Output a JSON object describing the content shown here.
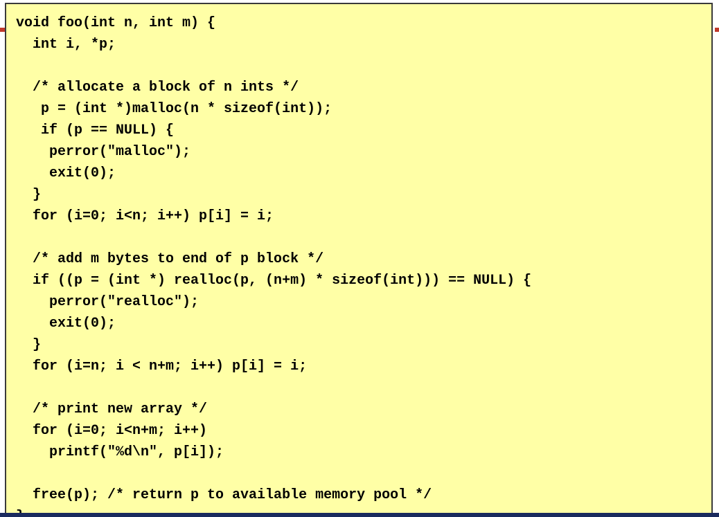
{
  "code": {
    "lines": [
      "void foo(int n, int m) {",
      "  int i, *p;",
      "",
      "  /* allocate a block of n ints */",
      "   p = (int *)malloc(n * sizeof(int));",
      "   if (p == NULL) {",
      "    perror(\"malloc\");",
      "    exit(0);",
      "  }",
      "  for (i=0; i<n; i++) p[i] = i;",
      "",
      "  /* add m bytes to end of p block */",
      "  if ((p = (int *) realloc(p, (n+m) * sizeof(int))) == NULL) {",
      "    perror(\"realloc\");",
      "    exit(0);",
      "  }",
      "  for (i=n; i < n+m; i++) p[i] = i;",
      "",
      "  /* print new array */",
      "  for (i=0; i<n+m; i++)",
      "    printf(\"%d\\n\", p[i]);",
      "",
      "  free(p); /* return p to available memory pool */",
      "}"
    ]
  },
  "colors": {
    "code_background": "#ffffa6",
    "code_border": "#3a3a3a",
    "accent": "#c0392b",
    "footer": "#1a2a5e"
  }
}
